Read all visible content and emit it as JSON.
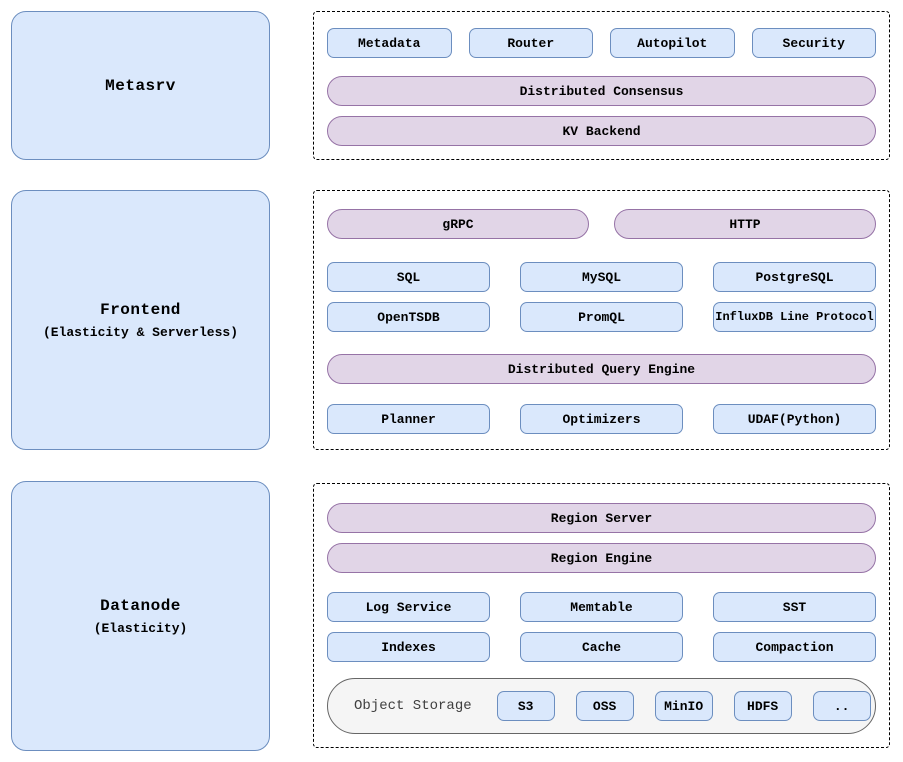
{
  "colors": {
    "node_blue_fill": "#dae8fc",
    "node_blue_border": "#6c8ebf",
    "pill_purple_fill": "#e1d5e7",
    "pill_purple_border": "#9673a6",
    "storage_gray_fill": "#f5f5f5",
    "storage_gray_border": "#666666",
    "dashed_border": "#000000"
  },
  "metasrv": {
    "title": "Metasrv",
    "modules": [
      "Metadata",
      "Router",
      "Autopilot",
      "Security"
    ],
    "pills": [
      "Distributed Consensus",
      "KV Backend"
    ]
  },
  "frontend": {
    "title": "Frontend",
    "subtitle": "(Elasticity & Serverless)",
    "server_pills": [
      "gRPC",
      "HTTP"
    ],
    "protocols": [
      "SQL",
      "MySQL",
      "PostgreSQL",
      "OpenTSDB",
      "PromQL",
      "InfluxDB Line Protocol"
    ],
    "engine_pill": "Distributed Query Engine",
    "engine_modules": [
      "Planner",
      "Optimizers",
      "UDAF(Python)"
    ]
  },
  "datanode": {
    "title": "Datanode",
    "subtitle": "(Elasticity)",
    "pills": [
      "Region Server",
      "Region Engine"
    ],
    "modules": [
      "Log Service",
      "Memtable",
      "SST",
      "Indexes",
      "Cache",
      "Compaction"
    ],
    "object_storage": {
      "label": "Object Storage",
      "backends": [
        "S3",
        "OSS",
        "MinIO",
        "HDFS",
        ".."
      ]
    }
  }
}
